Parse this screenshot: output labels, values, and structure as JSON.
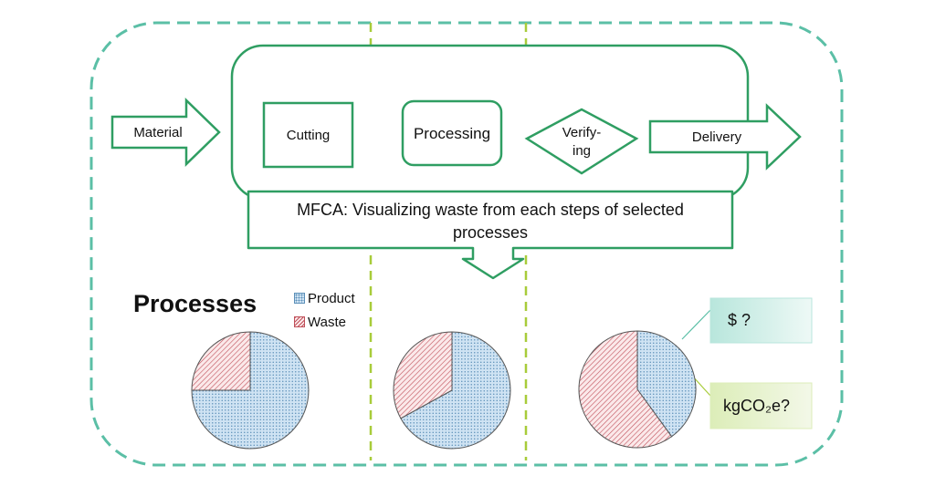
{
  "flow": {
    "material": "Material",
    "cutting": "Cutting",
    "processing": "Processing",
    "verifying_line1": "Verify-",
    "verifying_line2": "ing",
    "delivery": "Delivery"
  },
  "callout": {
    "line1": "MFCA: Visualizing waste from each steps of selected",
    "line2": "processes"
  },
  "heading": "Processes",
  "legend": {
    "product": "Product",
    "waste": "Waste"
  },
  "questions": {
    "cost": "$ ?",
    "carbon": "kgCO₂e?"
  },
  "colors": {
    "outline_green": "#2f9e62",
    "dashed_teal": "#5bbfa6",
    "divider_green": "#a8cc3a",
    "product_fill": "#cfe3f3",
    "product_dots": "#5b8fb8",
    "waste_fill": "#fbe9ea",
    "waste_hatch": "#c0505a",
    "cost_box": "#d9f0ec",
    "carbon_box": "#eef5dd"
  },
  "chart_data": [
    {
      "type": "pie",
      "title": "",
      "categories": [
        "Product",
        "Waste"
      ],
      "values": [
        75,
        25
      ]
    },
    {
      "type": "pie",
      "title": "",
      "categories": [
        "Product",
        "Waste"
      ],
      "values": [
        67,
        33
      ]
    },
    {
      "type": "pie",
      "title": "",
      "categories": [
        "Product",
        "Waste"
      ],
      "values": [
        40,
        60
      ]
    }
  ]
}
